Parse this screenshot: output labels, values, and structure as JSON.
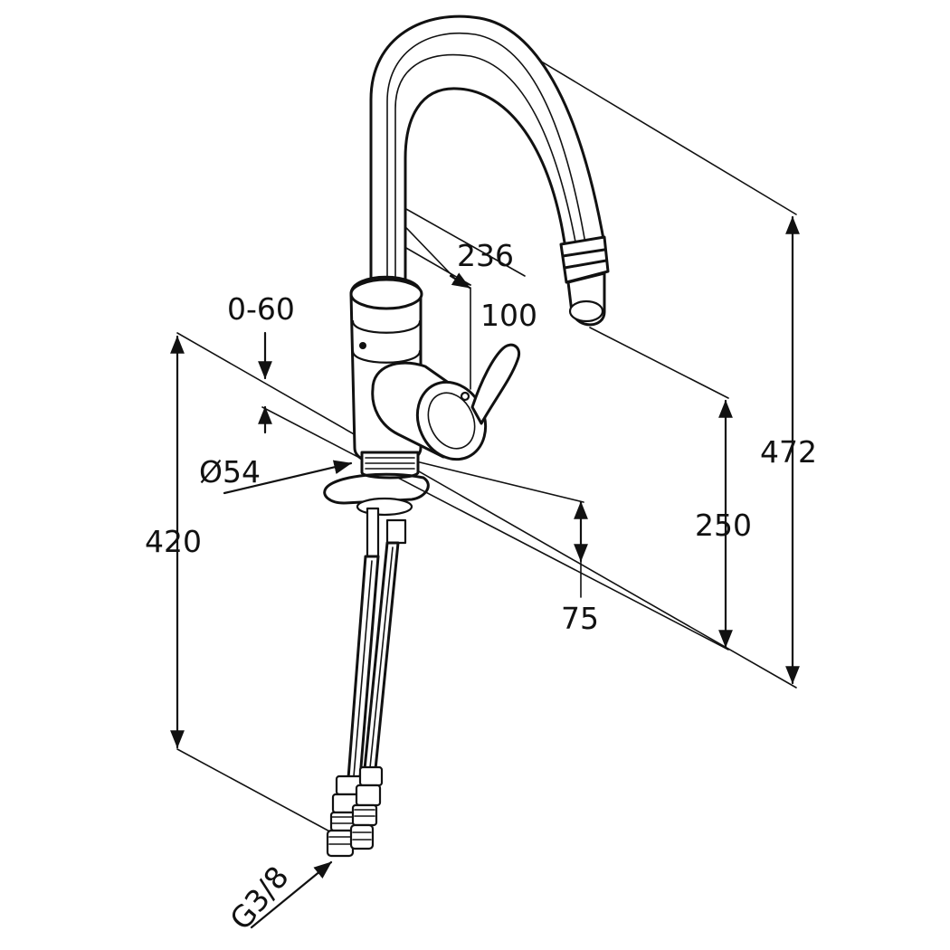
{
  "dimensions": {
    "spout_reach": "236",
    "lever_clearance": "100",
    "swivel_range": "0-60",
    "base_diameter": "Ø54",
    "max_counter_thickness": "420",
    "body_height": "75",
    "spout_outlet_height": "250",
    "total_height": "472",
    "connection_thread": "G3/8"
  },
  "colors": {
    "line": "#111111",
    "background": "#ffffff"
  }
}
